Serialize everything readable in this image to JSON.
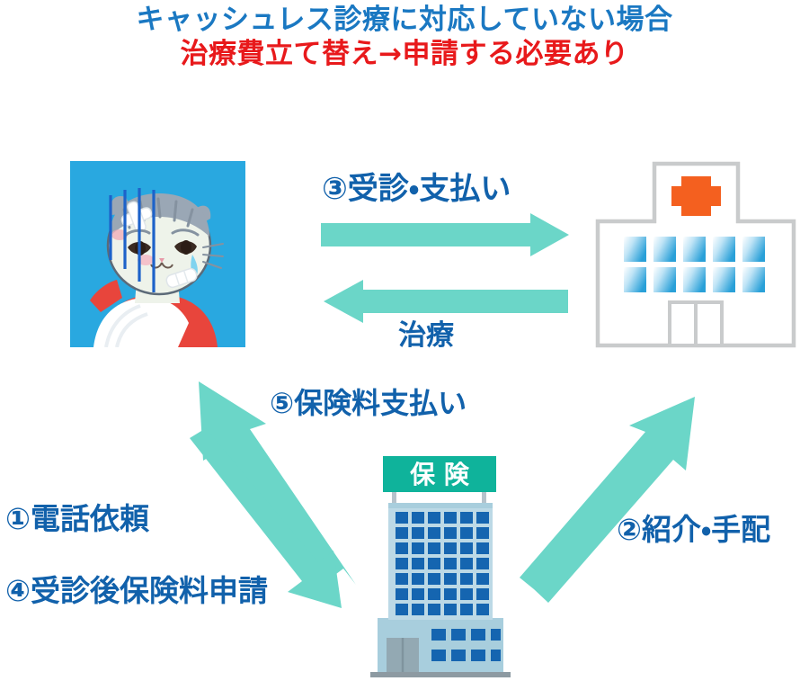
{
  "title": {
    "line1": "キャッシュレス診療に対応していない場合",
    "line2": "治療費立て替え→申請する必要あり",
    "line1_color": "#1a78c2",
    "line2_color": "#e8191b"
  },
  "palette": {
    "arrow_teal": "#6bd6c8",
    "label_blue": "#1161ab",
    "cat_bg_cyan": "#29a8e0",
    "hospital_outline_gray": "#c9cbcc",
    "hospital_cross_orange": "#f4601f",
    "hospital_window_blue": "#29a0d8",
    "insurance_sign_green": "#0fb39b",
    "insurance_body_blue": "#a8cedd",
    "insurance_window_blue": "#1565b0",
    "background": "#ffffff"
  },
  "nodes": {
    "patient": {
      "name": "patient-cat-illustration",
      "alt": "包帯を巻いた猫のキャラクター",
      "bg": "#29a8e0"
    },
    "hospital": {
      "name": "hospital-icon",
      "alt": "病院",
      "cross": "+",
      "window_rows": 2,
      "window_cols": 5
    },
    "insurance": {
      "name": "insurance-company-building",
      "sign_text": "保 険",
      "upper_window_rows": 7,
      "upper_window_cols": 6,
      "lower_window_rows": 2,
      "lower_window_cols": 4
    }
  },
  "steps": [
    {
      "id": 1,
      "marker": "①",
      "label": "①電話依頼",
      "text": "電話依頼",
      "from": "patient",
      "to": "insurance"
    },
    {
      "id": 2,
      "marker": "②",
      "label": "②紹介・手配",
      "text": "紹介・手配",
      "from": "insurance",
      "to": "hospital"
    },
    {
      "id": 3,
      "marker": "③",
      "label": "③受診・支払い",
      "text": "受診・支払い",
      "from": "patient",
      "to": "hospital"
    },
    {
      "id": 4,
      "marker": "④",
      "label": "④受診後保険料申請",
      "text": "受診後保険料申請",
      "from": "patient",
      "to": "insurance"
    },
    {
      "id": 5,
      "marker": "⑤",
      "label": "⑤保険料支払い",
      "text": "保険料支払い",
      "from": "insurance",
      "to": "patient"
    }
  ],
  "arrow_labels": {
    "step3": "③受診・支払い",
    "treatment": "治療",
    "step5": "⑤保険料支払い",
    "step1": "①電話依頼",
    "step4": "④受診後保険料申請",
    "step2": "②紹介・手配"
  }
}
